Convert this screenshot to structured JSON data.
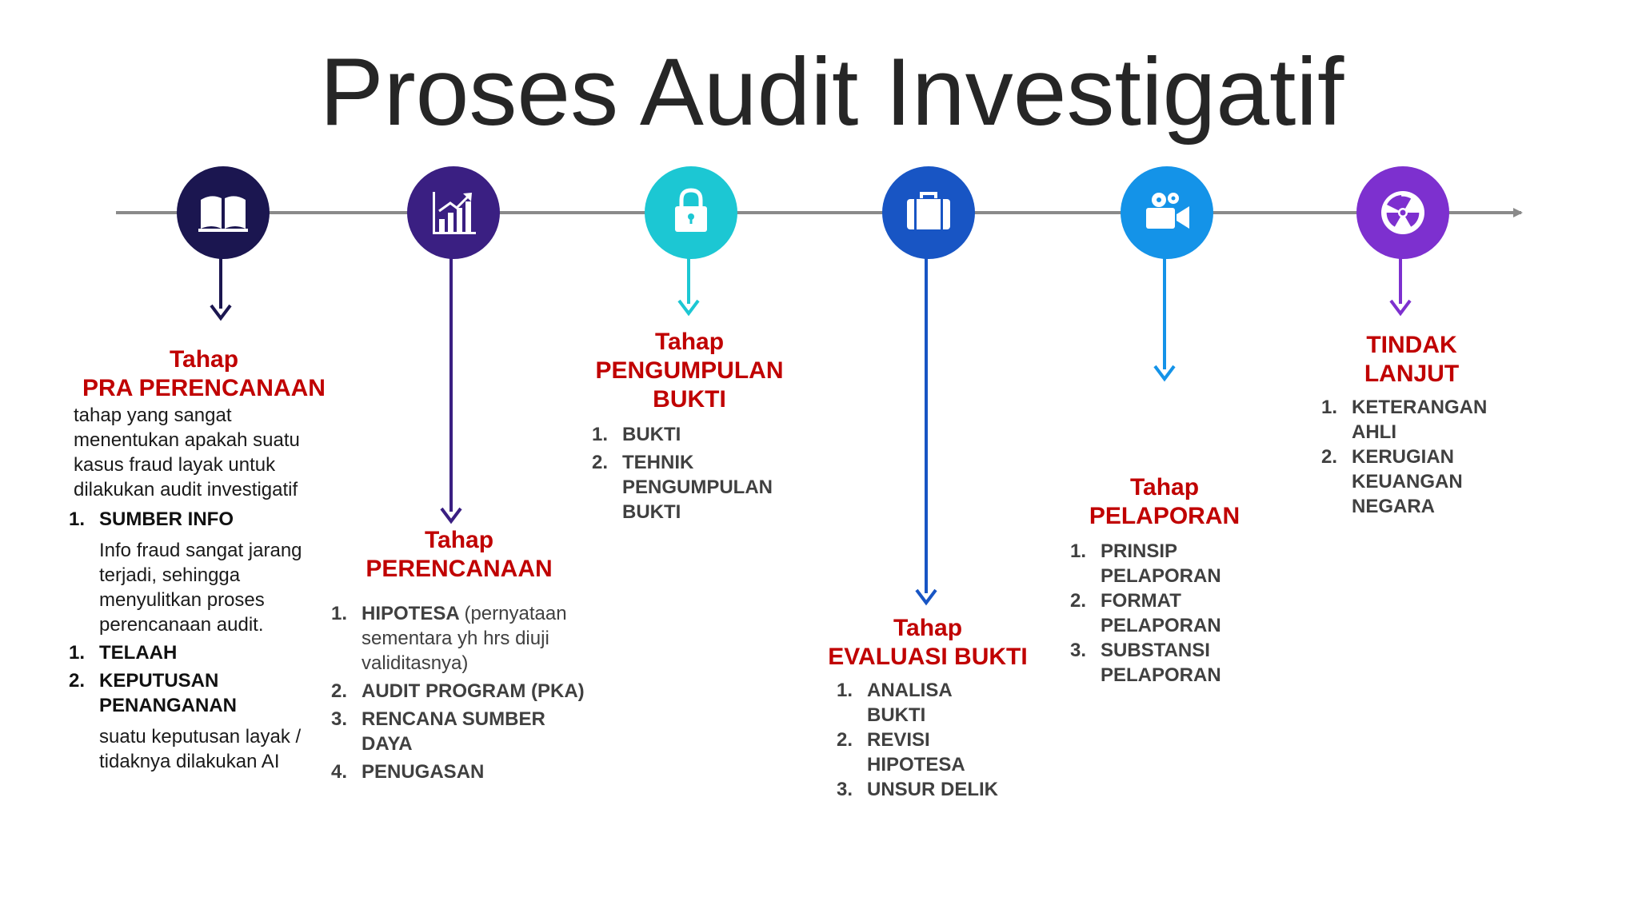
{
  "title": "Proses Audit Investigatif",
  "colors": {
    "stage1": "#1b1650",
    "stage2": "#3a1f82",
    "stage3": "#1cc7d3",
    "stage4": "#1855c4",
    "stage5": "#1493e8",
    "stage6": "#7d30cf",
    "heading": "#c00000",
    "timeline": "#8a8a8a"
  },
  "stages": [
    {
      "icon": "book-icon",
      "heading_line1": "Tahap",
      "heading_line2": "PRA PERENCANAAN",
      "description": "tahap yang sangat menentukan apakah suatu kasus fraud layak untuk dilakukan audit investigatif",
      "items": [
        {
          "num": "1.",
          "label": "SUMBER INFO",
          "detail": "Info fraud sangat jarang terjadi, sehingga menyulitkan proses perencanaan audit."
        },
        {
          "num": "1.",
          "label": "TELAAH"
        },
        {
          "num": "2.",
          "label": "KEPUTUSAN PENANGANAN",
          "detail": "suatu keputusan layak / tidaknya dilakukan AI"
        }
      ]
    },
    {
      "icon": "chart-growth-icon",
      "heading_line1": "Tahap",
      "heading_line2": "PERENCANAAN",
      "items": [
        {
          "num": "1.",
          "label": "HIPOTESA",
          "note": "(pernyataan sementara yh hrs diuji validitasnya)"
        },
        {
          "num": "2.",
          "label": "AUDIT PROGRAM (PKA)"
        },
        {
          "num": "3.",
          "label": "RENCANA SUMBER DAYA"
        },
        {
          "num": "4.",
          "label": "PENUGASAN"
        }
      ]
    },
    {
      "icon": "lock-icon",
      "heading_line1": "Tahap",
      "heading_line2": "PENGUMPULAN",
      "heading_line3": "BUKTI",
      "items": [
        {
          "num": "1.",
          "label": "BUKTI"
        },
        {
          "num": "2.",
          "label": "TEHNIK PENGUMPULAN BUKTI"
        }
      ]
    },
    {
      "icon": "briefcase-icon",
      "heading_line1": "Tahap",
      "heading_line2": "EVALUASI BUKTI",
      "items": [
        {
          "num": "1.",
          "label": "ANALISA BUKTI"
        },
        {
          "num": "2.",
          "label": "REVISI HIPOTESA"
        },
        {
          "num": "3.",
          "label": "UNSUR DELIK"
        }
      ]
    },
    {
      "icon": "video-camera-icon",
      "heading_line1": "Tahap",
      "heading_line2": "PELAPORAN",
      "items": [
        {
          "num": "1.",
          "label": "PRINSIP PELAPORAN"
        },
        {
          "num": "2.",
          "label": "FORMAT PELAPORAN"
        },
        {
          "num": "3.",
          "label": "SUBSTANSI PELAPORAN"
        }
      ]
    },
    {
      "icon": "radiation-icon",
      "heading_line1": "TINDAK",
      "heading_line2": "LANJUT",
      "items": [
        {
          "num": "1.",
          "label": "KETERANGAN AHLI"
        },
        {
          "num": "2.",
          "label": "KERUGIAN KEUANGAN NEGARA"
        }
      ]
    }
  ]
}
